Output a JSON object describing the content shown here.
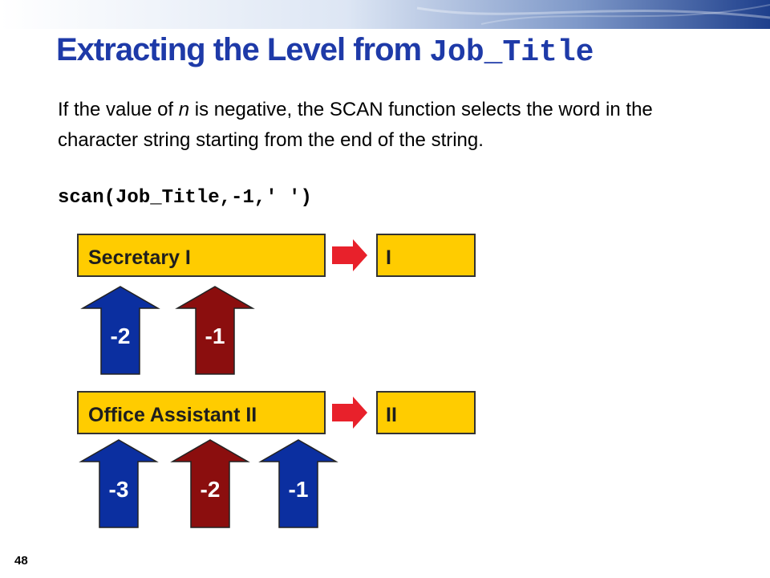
{
  "slide": {
    "title_prefix": "Extracting the Level from ",
    "title_code": "Job_Title",
    "body_before_n": "If the value of ",
    "body_n": "n",
    "body_after_n": " is negative, the SCAN function selects the word in the character string starting from the end of the string.",
    "code_line": "scan(Job_Title,-1,' ')",
    "slide_number": "48"
  },
  "colors": {
    "title": "#1e3aa8",
    "box_fill": "#ffcc00",
    "blue_arrow": "#0b2fa0",
    "dark_red_arrow": "#8b0e0e",
    "red_arrow": "#e8212b"
  },
  "examples": [
    {
      "input": "Secretary I",
      "output": "I",
      "positions": [
        {
          "label": "-2",
          "color": "blue"
        },
        {
          "label": "-1",
          "color": "dark-red"
        }
      ]
    },
    {
      "input": "Office Assistant II",
      "output": "II",
      "positions": [
        {
          "label": "-3",
          "color": "blue"
        },
        {
          "label": "-2",
          "color": "dark-red"
        },
        {
          "label": "-1",
          "color": "blue"
        }
      ]
    }
  ]
}
